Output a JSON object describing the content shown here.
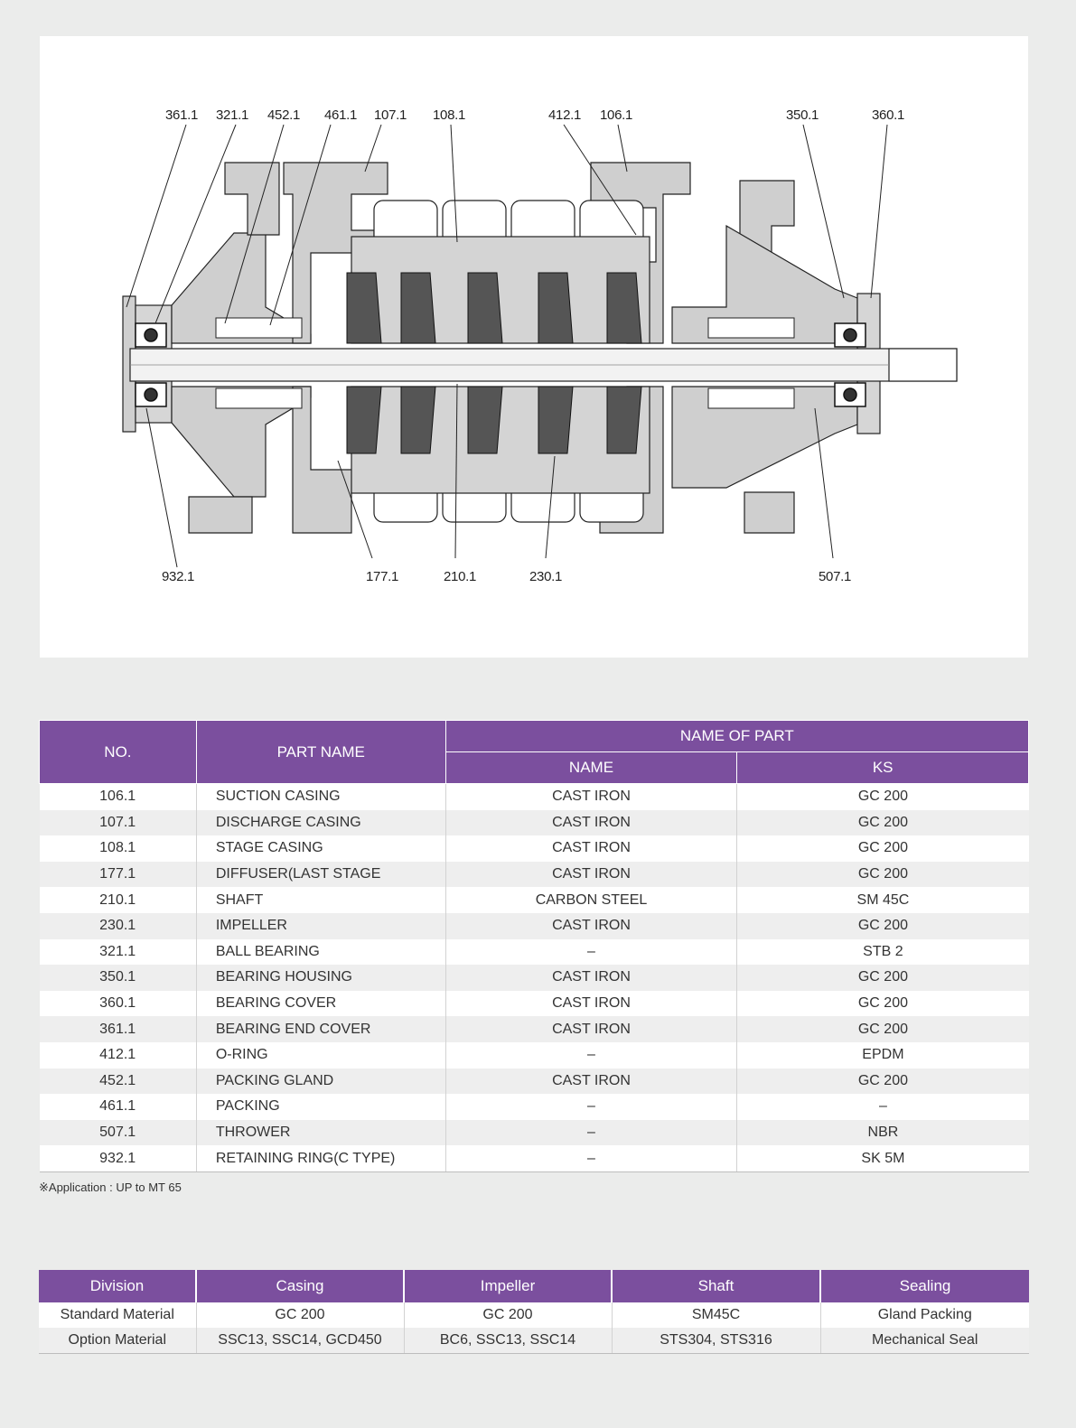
{
  "callouts_top": [
    "361.1",
    "321.1",
    "452.1",
    "461.1",
    "107.1",
    "108.1",
    "412.1",
    "106.1",
    "350.1",
    "360.1"
  ],
  "callouts_bottom": [
    "932.1",
    "177.1",
    "210.1",
    "230.1",
    "507.1"
  ],
  "parts_table": {
    "headers": {
      "no": "NO.",
      "part_name": "PART NAME",
      "name_of_part": "NAME OF PART",
      "name": "NAME",
      "ks": "KS"
    },
    "rows": [
      {
        "no": "106.1",
        "part": "SUCTION CASING",
        "name": "CAST IRON",
        "ks": "GC 200"
      },
      {
        "no": "107.1",
        "part": "DISCHARGE CASING",
        "name": "CAST IRON",
        "ks": "GC 200"
      },
      {
        "no": "108.1",
        "part": "STAGE CASING",
        "name": "CAST IRON",
        "ks": "GC 200"
      },
      {
        "no": "177.1",
        "part": "DIFFUSER(LAST STAGE",
        "name": "CAST IRON",
        "ks": "GC 200"
      },
      {
        "no": "210.1",
        "part": "SHAFT",
        "name": "CARBON STEEL",
        "ks": "SM 45C"
      },
      {
        "no": "230.1",
        "part": "IMPELLER",
        "name": "CAST IRON",
        "ks": "GC 200"
      },
      {
        "no": "321.1",
        "part": "BALL BEARING",
        "name": "–",
        "ks": "STB 2"
      },
      {
        "no": "350.1",
        "part": "BEARING HOUSING",
        "name": "CAST IRON",
        "ks": "GC 200"
      },
      {
        "no": "360.1",
        "part": "BEARING COVER",
        "name": "CAST IRON",
        "ks": "GC 200"
      },
      {
        "no": "361.1",
        "part": "BEARING END COVER",
        "name": "CAST IRON",
        "ks": "GC 200"
      },
      {
        "no": "412.1",
        "part": "O-RING",
        "name": "–",
        "ks": "EPDM"
      },
      {
        "no": "452.1",
        "part": "PACKING GLAND",
        "name": "CAST IRON",
        "ks": "GC 200"
      },
      {
        "no": "461.1",
        "part": "PACKING",
        "name": "–",
        "ks": "–"
      },
      {
        "no": "507.1",
        "part": "THROWER",
        "name": "–",
        "ks": "NBR"
      },
      {
        "no": "932.1",
        "part": "RETAINING RING(C TYPE)",
        "name": "–",
        "ks": "SK 5M"
      }
    ]
  },
  "note": "※Application : UP to MT 65",
  "material_table": {
    "headers": [
      "Division",
      "Casing",
      "Impeller",
      "Shaft",
      "Sealing"
    ],
    "rows": [
      [
        "Standard Material",
        "GC 200",
        "GC 200",
        "SM45C",
        "Gland Packing"
      ],
      [
        "Option Material",
        "SSC13, SSC14, GCD450",
        "BC6, SSC13, SSC14",
        "STS304, STS316",
        "Mechanical Seal"
      ]
    ]
  }
}
